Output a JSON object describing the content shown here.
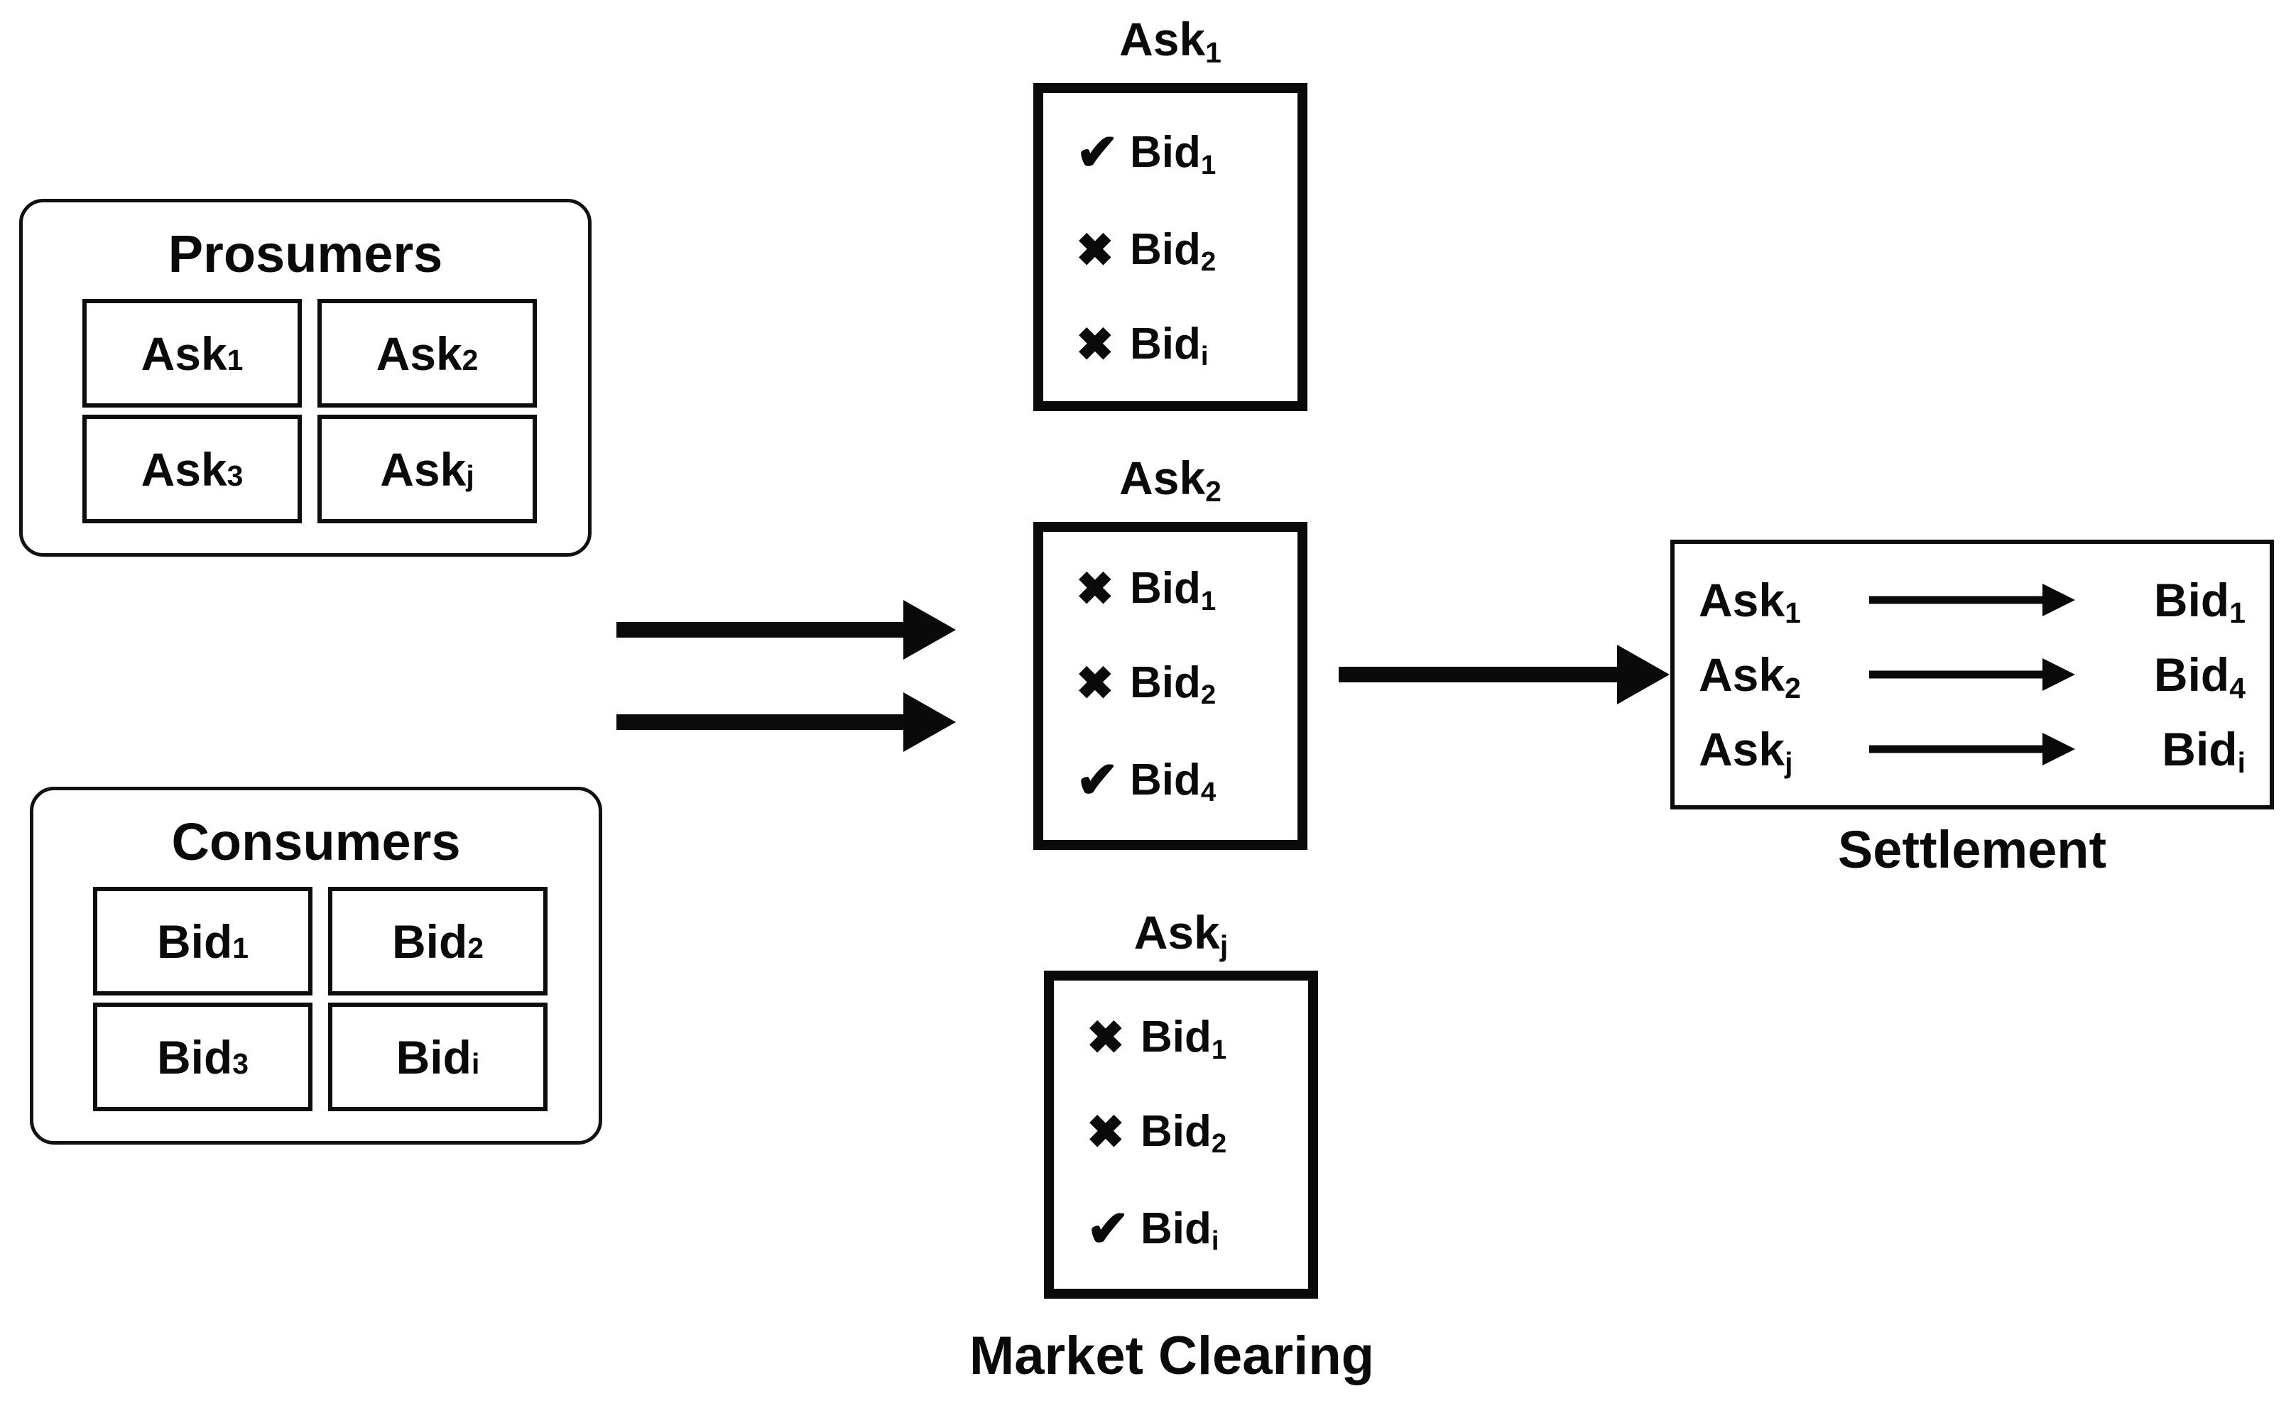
{
  "diagram": {
    "title": "Peer-to-peer energy market clearing and settlement flow",
    "colors": {
      "ink": "#0a0a0a",
      "background": "#ffffff"
    }
  },
  "participants": {
    "prosumers": {
      "title": "Prosumers",
      "cells": [
        {
          "base": "Ask",
          "sub": "1"
        },
        {
          "base": "Ask",
          "sub": "2"
        },
        {
          "base": "Ask",
          "sub": "3"
        },
        {
          "base": "Ask",
          "sub": "j"
        }
      ]
    },
    "consumers": {
      "title": "Consumers",
      "cells": [
        {
          "base": "Bid",
          "sub": "1"
        },
        {
          "base": "Bid",
          "sub": "2"
        },
        {
          "base": "Bid",
          "sub": "3"
        },
        {
          "base": "Bid",
          "sub": "i"
        }
      ]
    }
  },
  "market_clearing": {
    "caption": "Market Clearing",
    "books": [
      {
        "title": {
          "base": "Ask",
          "sub": "1"
        },
        "rows": [
          {
            "mark": "check",
            "glyph": "✔",
            "base": "Bid",
            "sub": "1"
          },
          {
            "mark": "cross",
            "glyph": "✖",
            "base": "Bid",
            "sub": "2"
          },
          {
            "mark": "cross",
            "glyph": "✖",
            "base": "Bid",
            "sub": "i"
          }
        ]
      },
      {
        "title": {
          "base": "Ask",
          "sub": "2"
        },
        "rows": [
          {
            "mark": "cross",
            "glyph": "✖",
            "base": "Bid",
            "sub": "1"
          },
          {
            "mark": "cross",
            "glyph": "✖",
            "base": "Bid",
            "sub": "2"
          },
          {
            "mark": "check",
            "glyph": "✔",
            "base": "Bid",
            "sub": "4"
          }
        ]
      },
      {
        "title": {
          "base": "Ask",
          "sub": "j"
        },
        "rows": [
          {
            "mark": "cross",
            "glyph": "✖",
            "base": "Bid",
            "sub": "1"
          },
          {
            "mark": "cross",
            "glyph": "✖",
            "base": "Bid",
            "sub": "2"
          },
          {
            "mark": "check",
            "glyph": "✔",
            "base": "Bid",
            "sub": "i"
          }
        ]
      }
    ]
  },
  "settlement": {
    "caption": "Settlement",
    "matches": [
      {
        "ask": {
          "base": "Ask",
          "sub": "1"
        },
        "bid": {
          "base": "Bid",
          "sub": "1"
        }
      },
      {
        "ask": {
          "base": "Ask",
          "sub": "2"
        },
        "bid": {
          "base": "Bid",
          "sub": "4"
        }
      },
      {
        "ask": {
          "base": "Ask",
          "sub": "j"
        },
        "bid": {
          "base": "Bid",
          "sub": "i"
        }
      }
    ]
  },
  "flows": [
    {
      "name": "prosumers-to-market-clearing"
    },
    {
      "name": "consumers-to-market-clearing"
    },
    {
      "name": "market-clearing-to-settlement"
    }
  ]
}
